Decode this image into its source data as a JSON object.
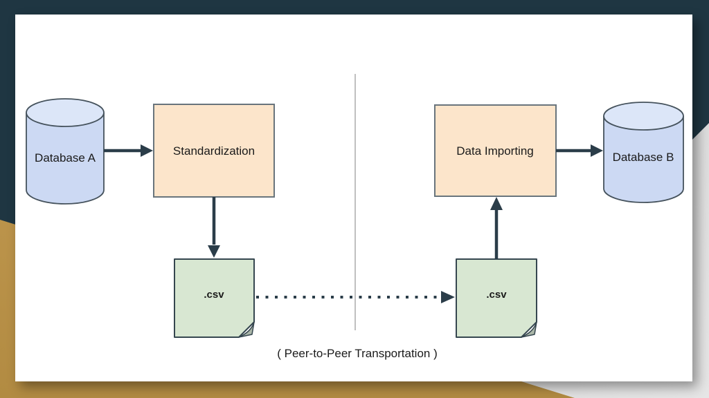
{
  "caption": "( Peer-to-Peer Transportation )",
  "nodes": {
    "database_a": "Database A",
    "standardization": "Standardization",
    "data_importing": "Data Importing",
    "database_b": "Database B",
    "csv_left": ".csv",
    "csv_right": ".csv"
  },
  "colors": {
    "background_navy": "#1f3642",
    "accent_gold": "#bd9750",
    "corner_gray": "#d6d6d6",
    "slide_white": "#ffffff",
    "database_fill": "#ccd9f3",
    "database_top_fill": "#dce6f8",
    "process_fill": "#fce5cb",
    "process_stroke": "#68747c",
    "document_fill": "#d8e7d2",
    "document_stroke": "#35464f",
    "arrow": "#2b3d49",
    "divider_gray": "#b8b8b8",
    "text": "#1a1a1a"
  }
}
